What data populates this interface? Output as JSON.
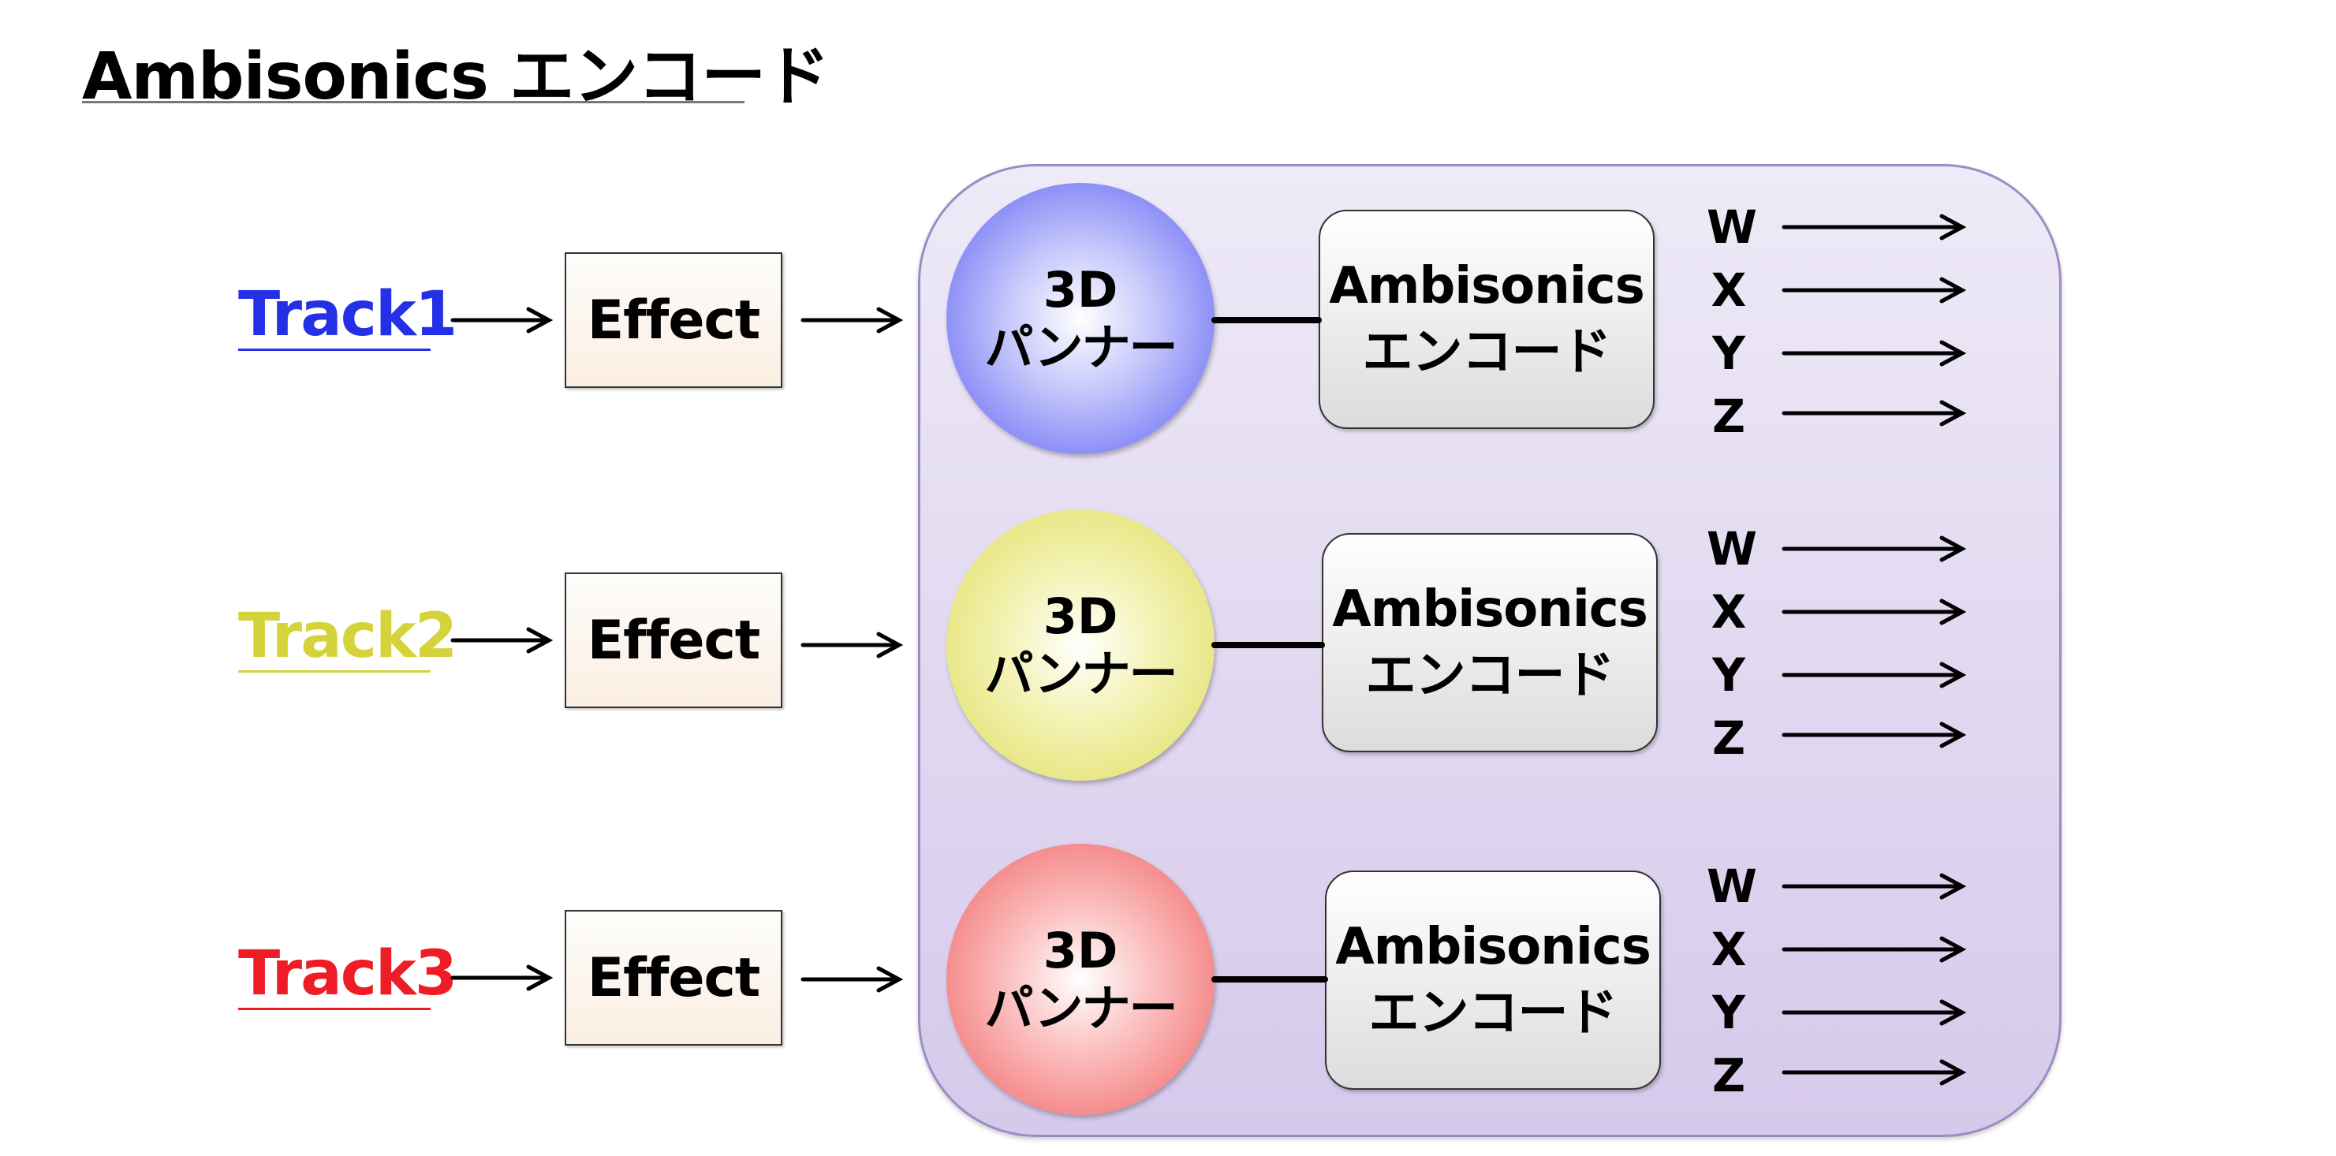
{
  "title": "Ambisonics エンコード",
  "colors": {
    "track1": "#2430e6",
    "track2": "#d4d43a",
    "track3": "#ee1c24",
    "group_fill_top": "#eeeaf7",
    "group_fill_bottom": "#d6c9eb",
    "group_border": "#9c8cc4"
  },
  "tracks": [
    {
      "label": "Track1",
      "effect": "Effect",
      "panner_line1": "3D",
      "panner_line2": "パンナー",
      "encoder_line1": "Ambisonics",
      "encoder_line2": "エンコード",
      "channels": [
        "W",
        "X",
        "Y",
        "Z"
      ]
    },
    {
      "label": "Track2",
      "effect": "Effect",
      "panner_line1": "3D",
      "panner_line2": "パンナー",
      "encoder_line1": "Ambisonics",
      "encoder_line2": "エンコード",
      "channels": [
        "W",
        "X",
        "Y",
        "Z"
      ]
    },
    {
      "label": "Track3",
      "effect": "Effect",
      "panner_line1": "3D",
      "panner_line2": "パンナー",
      "encoder_line1": "Ambisonics",
      "encoder_line2": "エンコード",
      "channels": [
        "W",
        "X",
        "Y",
        "Z"
      ]
    }
  ]
}
